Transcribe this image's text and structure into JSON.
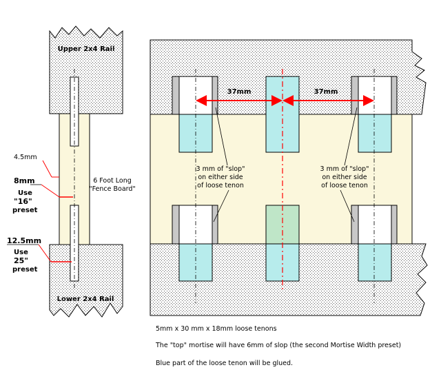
{
  "left_view": {
    "upper_rail_label": "Upper 2x4 Rail",
    "lower_rail_label": "Lower 2x4 Rail",
    "fence_board_label": [
      "6 Foot Long",
      "\"Fence Board\""
    ],
    "dim_45": "4.5mm",
    "dim_8": "8mm",
    "dim_8_preset": [
      "Use",
      "\"16\"",
      "preset"
    ],
    "dim_125": "12.5mm",
    "dim_125_preset": [
      "Use",
      "25\"",
      "preset"
    ]
  },
  "right_view": {
    "spacing_left": "37mm",
    "spacing_right": "37mm",
    "slop_left": [
      "3 mm of \"slop\"",
      "on either side",
      "of loose tenon"
    ],
    "slop_right": [
      "3 mm of \"slop\"",
      "on either side",
      "of loose tenon"
    ]
  },
  "notes": [
    "5mm x 30 mm x 18mm loose tenons",
    "The \"top\" mortise will have 6mm of slop (the second Mortise Width preset)",
    "Blue part of the loose tenon will be glued."
  ],
  "colors": {
    "board": "#fbf7dc",
    "rail_fill": "#ffffff",
    "tenon_blue": "#b7ecec",
    "tenon_green": "#bfe6c8",
    "mortise_gray": "#c8c8c8",
    "dim_red": "#ff0000"
  }
}
